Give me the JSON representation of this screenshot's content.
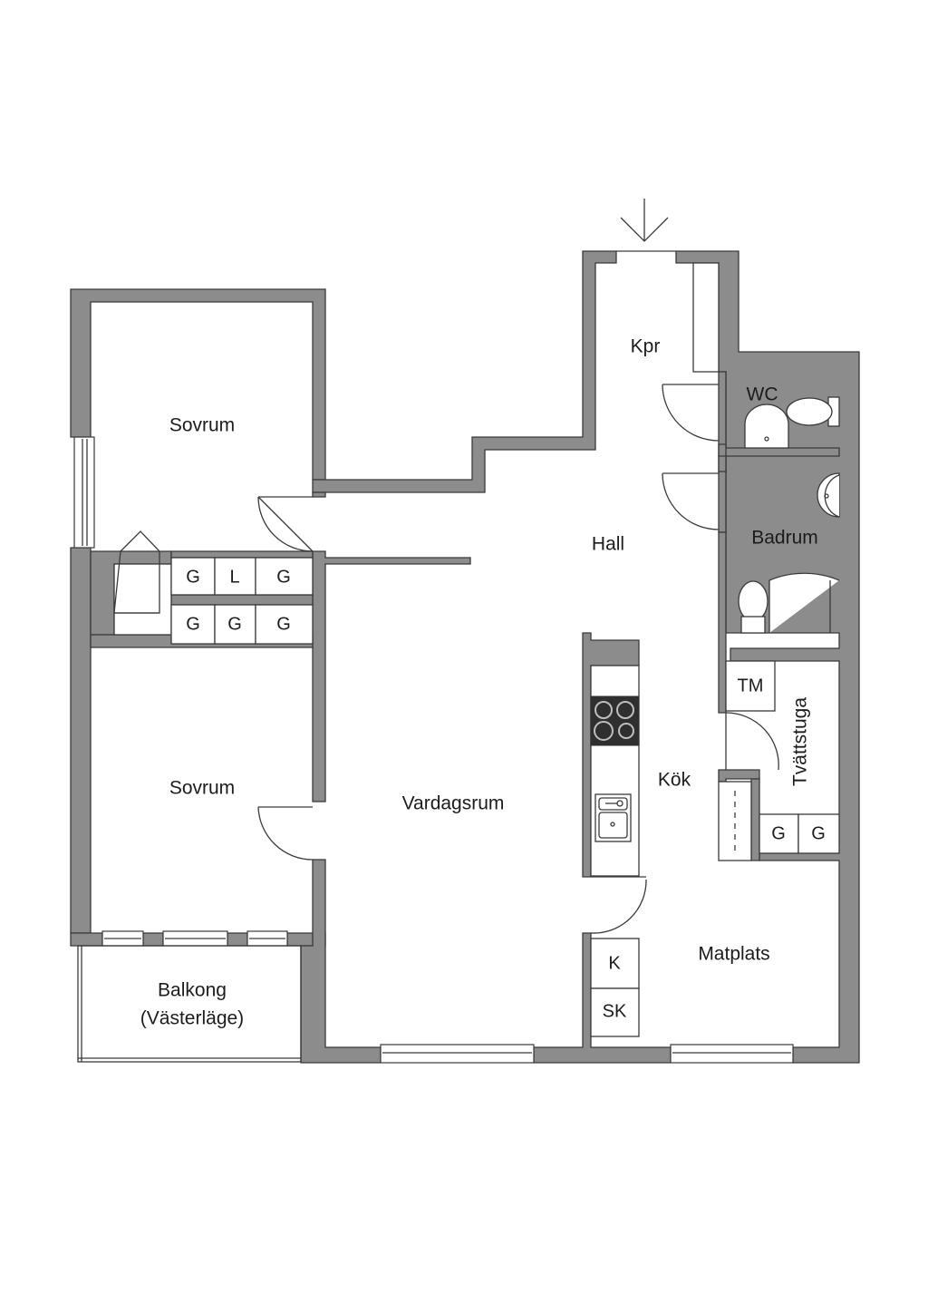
{
  "rooms": {
    "sovrum_top": "Sovrum",
    "sovrum_bottom": "Sovrum",
    "kpr": "Kpr",
    "wc": "WC",
    "hall": "Hall",
    "badrum": "Badrum",
    "vardagsrum": "Vardagsrum",
    "kok": "Kök",
    "tvattstuga": "Tvättstuga",
    "matplats": "Matplats",
    "balkong_line1": "Balkong",
    "balkong_line2": "(Västerläge)"
  },
  "storage": {
    "row1": [
      "G",
      "L",
      "G"
    ],
    "row2": [
      "G",
      "G",
      "G"
    ],
    "tvatt_tm": "TM",
    "tvatt_row": [
      "G",
      "G"
    ],
    "kitchen_k": "K",
    "kitchen_sk": "SK"
  },
  "colors": {
    "wall_fill": "#8c8c8c",
    "wall_stroke": "#3a3a3a",
    "background": "#ffffff",
    "stove": "#2f2f2f"
  }
}
